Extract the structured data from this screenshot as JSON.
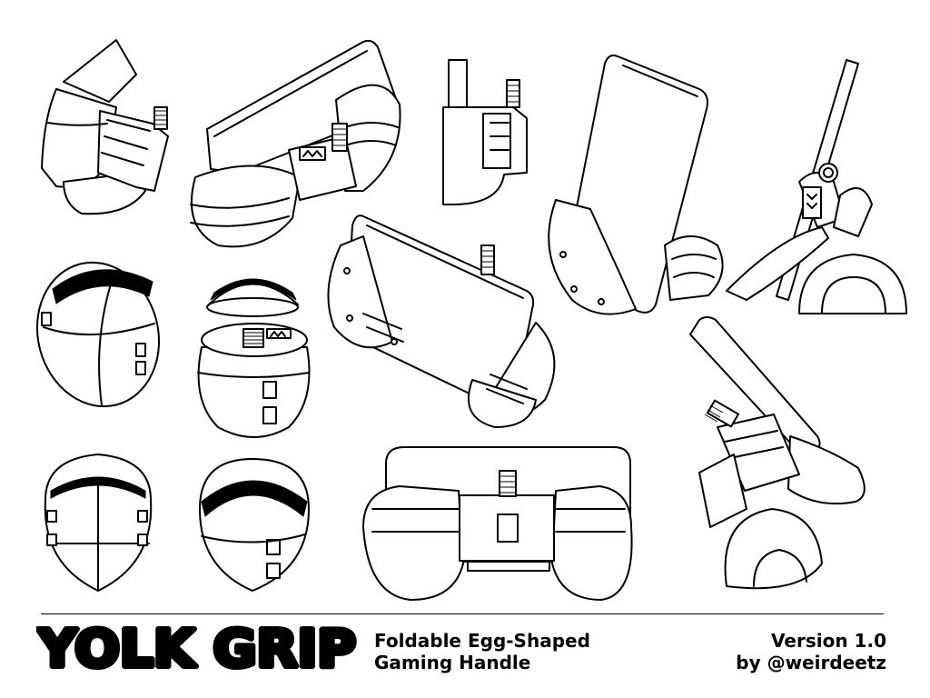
{
  "logo": {
    "text": "YOLK GRIP"
  },
  "subtitle": {
    "line1": "Foldable Egg-Shaped",
    "line2": "Gaming Handle"
  },
  "meta": {
    "version": "Version 1.0",
    "author": "by @weirdeetz"
  },
  "views": [
    {
      "id": "grip-side-folded",
      "icon": "folded-grip-side-view"
    },
    {
      "id": "grip-iso-phone",
      "icon": "grip-with-phone-isometric"
    },
    {
      "id": "grip-side-section",
      "icon": "grip-side-profile"
    },
    {
      "id": "phone-mounted-iso",
      "icon": "phone-mounted-grip"
    },
    {
      "id": "phone-mounted-side",
      "icon": "phone-mounted-side"
    },
    {
      "id": "egg-closed-iso",
      "icon": "closed-egg"
    },
    {
      "id": "egg-knob-open",
      "icon": "egg-with-knob-exploded"
    },
    {
      "id": "grip-front-iso",
      "icon": "grip-front-isometric"
    },
    {
      "id": "grip-tilted-iso",
      "icon": "grip-tilted-view"
    },
    {
      "id": "egg-front",
      "icon": "egg-front-view"
    },
    {
      "id": "egg-top-iso",
      "icon": "egg-top-view"
    },
    {
      "id": "grip-front-flat",
      "icon": "grip-front-elevation"
    }
  ]
}
